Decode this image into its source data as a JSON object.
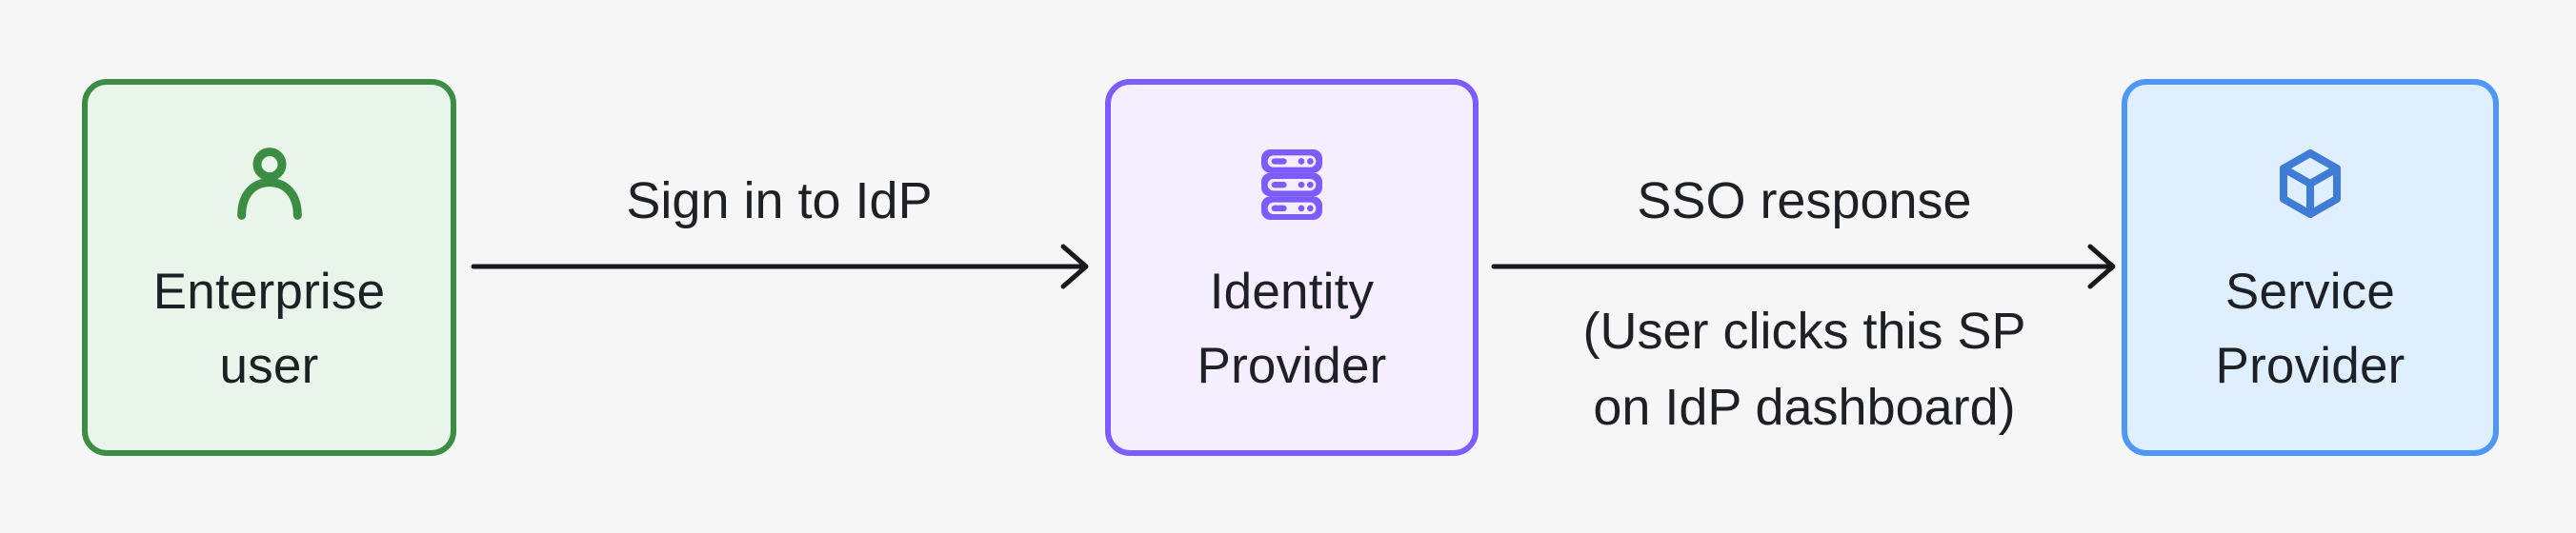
{
  "diagram": {
    "background_color": "#f5f6f5",
    "text_color": "#1d2025",
    "arrow_color": "#17191c",
    "nodes": [
      {
        "id": "enterprise-user",
        "label_line1": "Enterprise",
        "label_line2": "user",
        "icon": "user-icon",
        "border_color": "#3c8d44",
        "fill_color": "#e9f4ea",
        "icon_color": "#3c8d44"
      },
      {
        "id": "identity-provider",
        "label_line1": "Identity",
        "label_line2": "Provider",
        "icon": "server-stack-icon",
        "border_color": "#7c5cfa",
        "fill_color": "#f5eefe",
        "icon_color": "#7c5cfa"
      },
      {
        "id": "service-provider",
        "label_line1": "Service",
        "label_line2": "Provider",
        "icon": "cube-icon",
        "border_color": "#4d97f7",
        "fill_color": "#e0effe",
        "icon_color": "#3f7cd6"
      }
    ],
    "edges": [
      {
        "from": "enterprise-user",
        "to": "identity-provider",
        "label": "Sign in to IdP"
      },
      {
        "from": "identity-provider",
        "to": "service-provider",
        "label": "SSO response",
        "note_line1": "(User clicks this SP",
        "note_line2": "on IdP dashboard)"
      }
    ]
  }
}
